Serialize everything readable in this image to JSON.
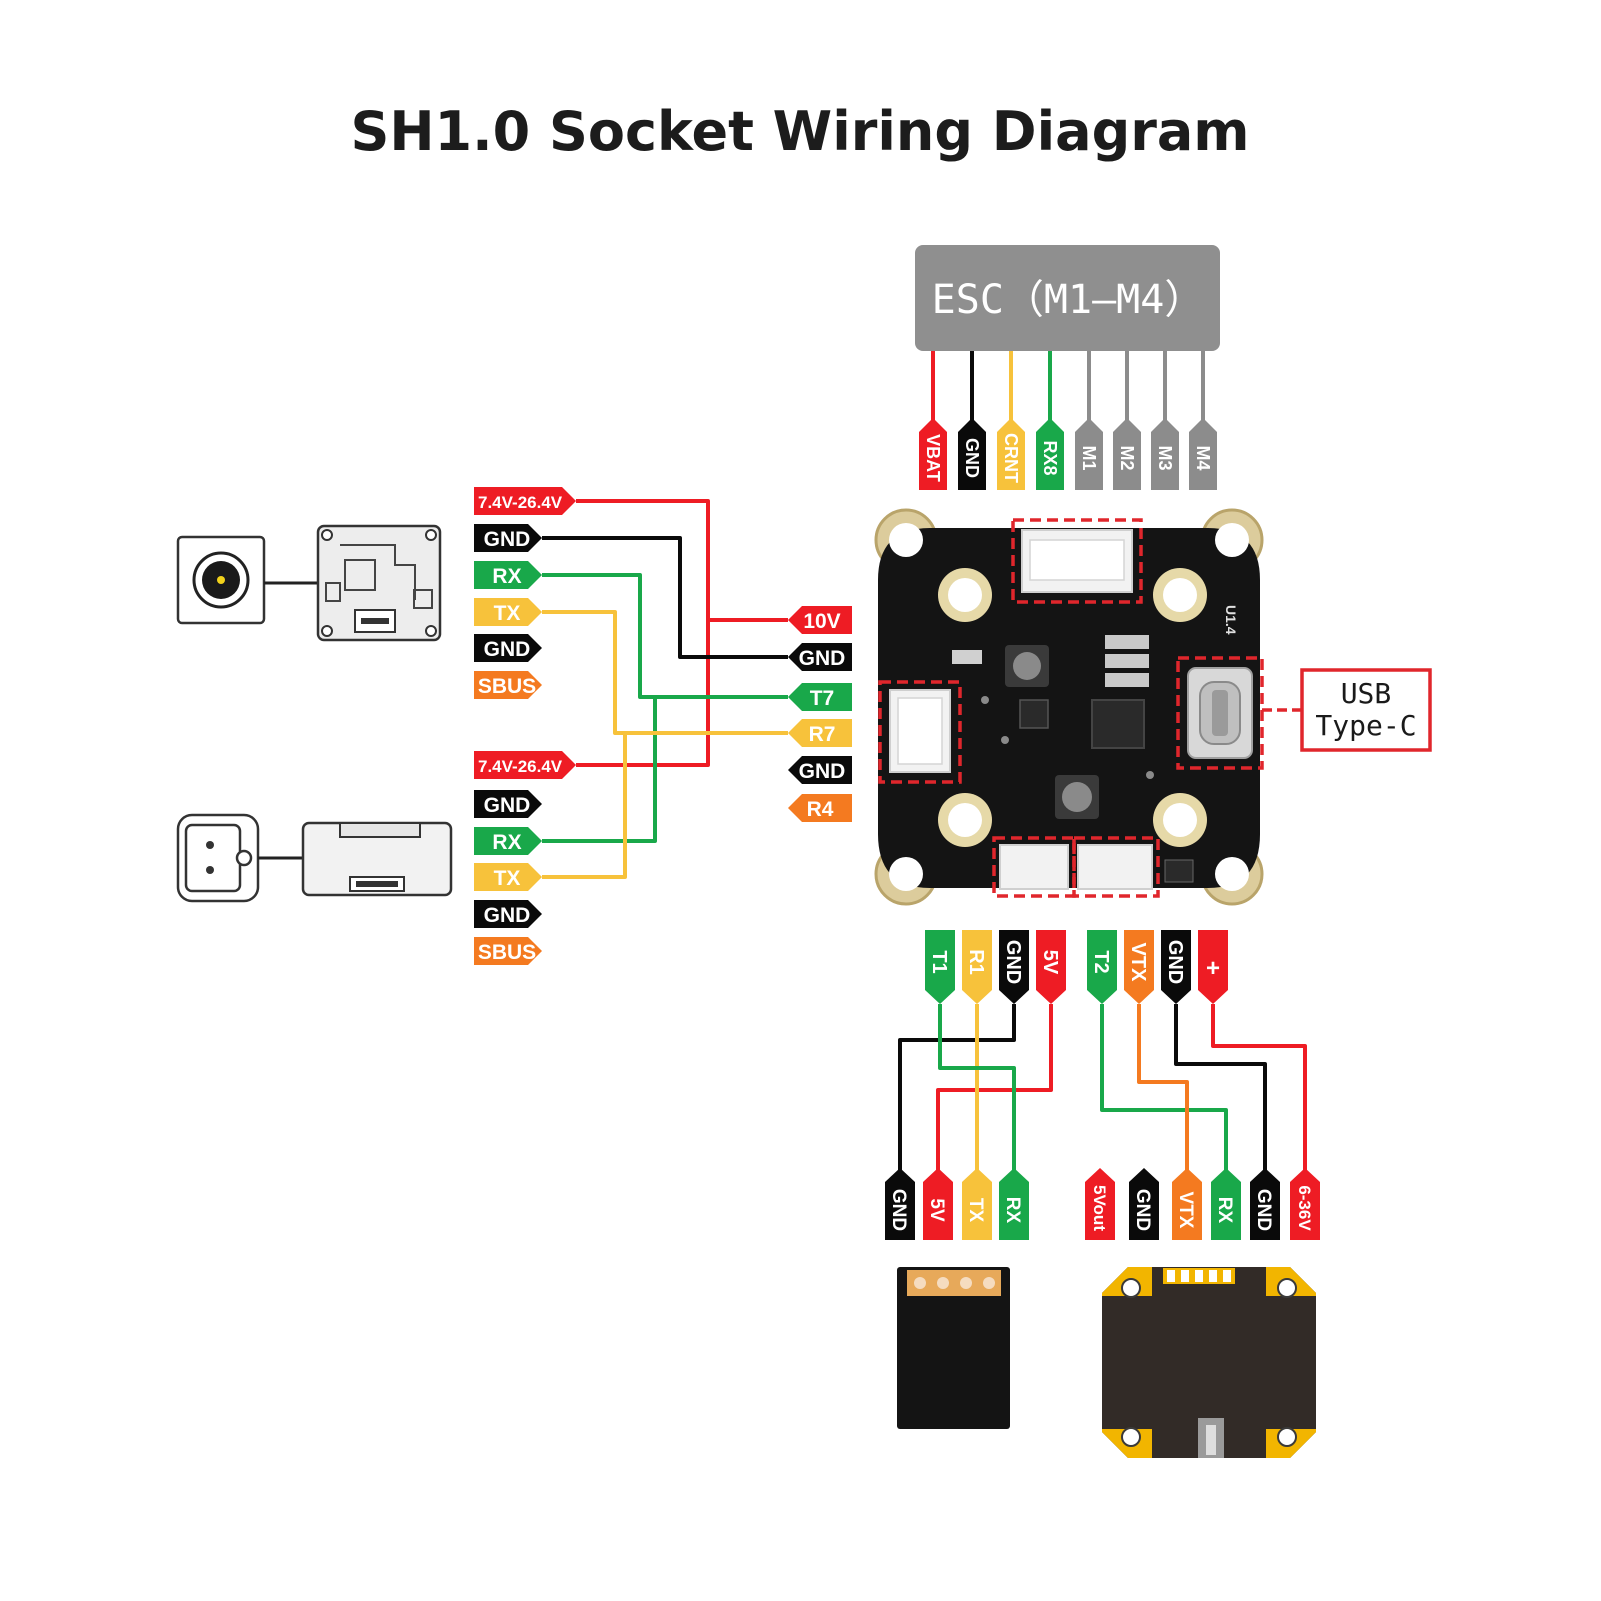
{
  "title": "SH1.0 Socket Wiring Diagram",
  "esc": {
    "label": "ESC（M1–M4）",
    "pins": [
      "VBAT",
      "GND",
      "CRNT",
      "RX8",
      "M1",
      "M2",
      "M3",
      "M4"
    ]
  },
  "vtx_group": {
    "device_pins": [
      "7.4V-26.4V",
      "GND",
      "RX",
      "TX",
      "GND",
      "SBUS"
    ]
  },
  "rx_group": {
    "device_pins": [
      "7.4V-26.4V",
      "GND",
      "RX",
      "TX",
      "GND",
      "SBUS"
    ]
  },
  "fc_left_pins": [
    "10V",
    "GND",
    "T7",
    "R7",
    "GND",
    "R4"
  ],
  "usb": {
    "line1": "USB",
    "line2": "Type-C"
  },
  "board": {
    "version": "U1.4"
  },
  "fc_bottom_left_pins": [
    "T1",
    "R1",
    "GND",
    "5V"
  ],
  "fc_bottom_right_pins": [
    "T2",
    "VTX",
    "GND",
    "+"
  ],
  "receiver_pins": [
    "GND",
    "5V",
    "TX",
    "RX"
  ],
  "vtx_module_pins": [
    "5Vout",
    "GND",
    "VTX",
    "RX",
    "GND",
    "6-36V"
  ],
  "colors": {
    "red": "#ee1c24",
    "black": "#0a0a0a",
    "green": "#19a84a",
    "yellow": "#f7c23b",
    "orange": "#f47a20",
    "gray": "#8c8c8c",
    "dashed_box": "#e0262c"
  }
}
